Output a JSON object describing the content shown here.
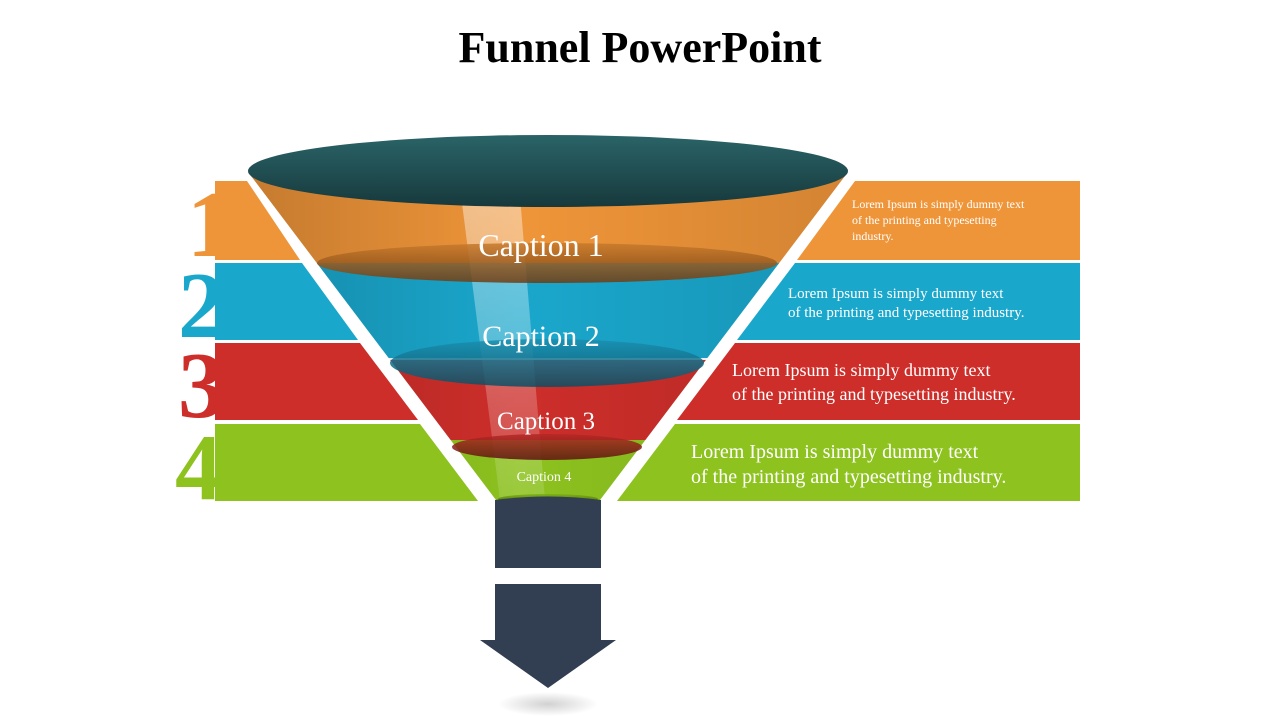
{
  "title": "Funnel PowerPoint",
  "stages": [
    {
      "number": "1",
      "caption": "Caption 1",
      "text_line1": "Lorem Ipsum is simply dummy text",
      "text_line2": "of the printing  and typesetting",
      "text_line3": "industry.",
      "color": "#EF9539"
    },
    {
      "number": "2",
      "caption": "Caption 2",
      "text_line1": "Lorem Ipsum is simply dummy text",
      "text_line2": "of the printing and typesetting industry.",
      "color": "#1AA7CC"
    },
    {
      "number": "3",
      "caption": "Caption 3",
      "text_line1": "Lorem Ipsum is simply dummy text",
      "text_line2": "of the printing and typesetting industry.",
      "color": "#CD2E2A"
    },
    {
      "number": "4",
      "caption": "Caption 4",
      "text_line1": "Lorem Ipsum is simply dummy text",
      "text_line2": "of the printing and typesetting industry.",
      "color": "#8DC21F"
    }
  ],
  "colors": {
    "funnel_rim": "#1F5457",
    "spout": "#323E52",
    "text_on_band": "#FFFFFF"
  }
}
